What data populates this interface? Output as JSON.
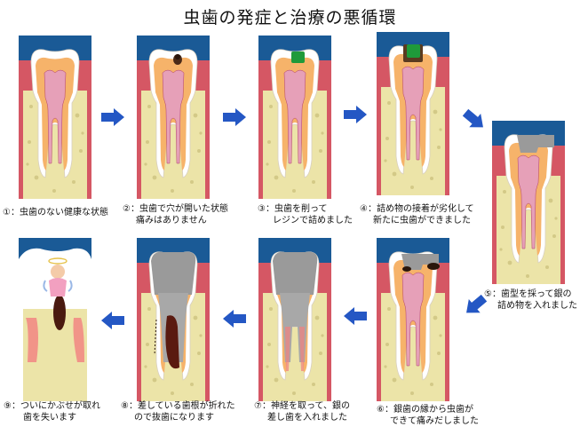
{
  "title": "虫歯の発症と治療の悪循環",
  "colors": {
    "arrow": "#2457c4",
    "background": "#1a5a96",
    "bone": "#ece4a8",
    "gum": "#d55764",
    "enamel": "#ffffff",
    "dentin": "#f6b36a",
    "pulp": "#e6a0b8",
    "resin": "#1f9a3a",
    "metal": "#9a9a9a",
    "decay": "#3a1c10"
  },
  "steps": [
    {
      "n": 1,
      "line1": "①：虫歯のない健康な状態",
      "line2": ""
    },
    {
      "n": 2,
      "line1": "②：虫歯で穴が開いた状態",
      "line2": "痛みはありません"
    },
    {
      "n": 3,
      "line1": "③：虫歯を削って",
      "line2": "レジンで詰めました"
    },
    {
      "n": 4,
      "line1": "④：詰め物の接着が劣化して",
      "line2": "新たに虫歯ができました"
    },
    {
      "n": 5,
      "line1": "⑤：歯型を採って銀の",
      "line2": "詰め物を入れました"
    },
    {
      "n": 6,
      "line1": "⑥：銀歯の縁から虫歯が",
      "line2": "できて痛みだしました"
    },
    {
      "n": 7,
      "line1": "⑦：神経を取って、銀の",
      "line2": "差し歯を入れました"
    },
    {
      "n": 8,
      "line1": "⑧：差している歯根が折れた",
      "line2": "ので抜歯になります"
    },
    {
      "n": 9,
      "line1": "⑨：ついにかぶせが取れ",
      "line2": "歯を失います"
    }
  ]
}
